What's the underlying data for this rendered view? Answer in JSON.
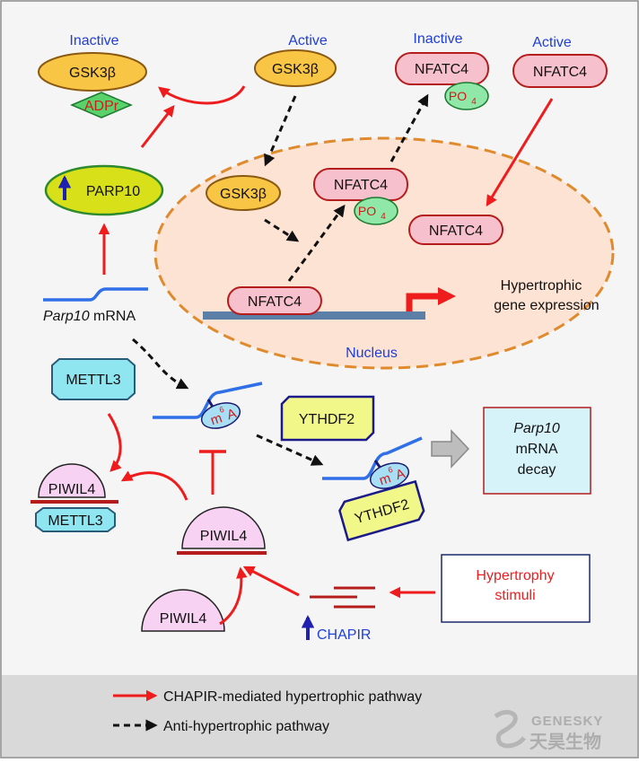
{
  "labels": {
    "gsk3b_inactive_state": "Inactive",
    "gsk3b_active_state": "Active",
    "nfatc4_inactive_state": "Inactive",
    "nfatc4_active_state": "Active",
    "gsk3b": "GSK3β",
    "adpr": "ADPr",
    "nfatc4": "NFATC4",
    "po4_main": "PO",
    "po4_sub": "4",
    "parp10": "PARP10",
    "parp10_mrna_italic": "Parp10",
    "parp10_mrna_rest": " mRNA",
    "hypertrophic_gene_line1": "Hypertrophic",
    "hypertrophic_gene_line2": "gene expression",
    "nucleus": "Nucleus",
    "mettl3": "METTL3",
    "ythdf2": "YTHDF2",
    "m6a_m": "m",
    "m6a_sup": "6",
    "m6a_a": "A",
    "decay_line1": "Parp10",
    "decay_line2": "mRNA",
    "decay_line3": "decay",
    "piwil4": "PIWIL4",
    "stimuli_line1": "Hypertrophy",
    "stimuli_line2": "stimuli",
    "chapir": "CHAPIR"
  },
  "legend": {
    "red_arrow": "CHAPIR-mediated hypertrophic pathway",
    "black_arrow": "Anti-hypertrophic pathway"
  },
  "watermark": {
    "latin": "GENESKY",
    "chinese": "天昊生物"
  },
  "colors": {
    "state_label": "#1f3fd6",
    "gsk3b_fill": "#f8c545",
    "nfatc4_fill": "#f6c1cc",
    "po4_fill": "#8fe8a8",
    "adpr_fill": "#5ad26b",
    "parp10_fill": "#d8e01a",
    "nucleus_fill": "#fde3d3",
    "nucleus_border": "#e08a2e",
    "mettl3_fill": "#8fe6f0",
    "ythdf2_fill": "#f2f78a",
    "piwil4_fill": "#f7d2f2",
    "red_arrow": "#ee1c1c",
    "dark_red": "#b51d1d",
    "legend_bg": "#d9d9d9"
  }
}
